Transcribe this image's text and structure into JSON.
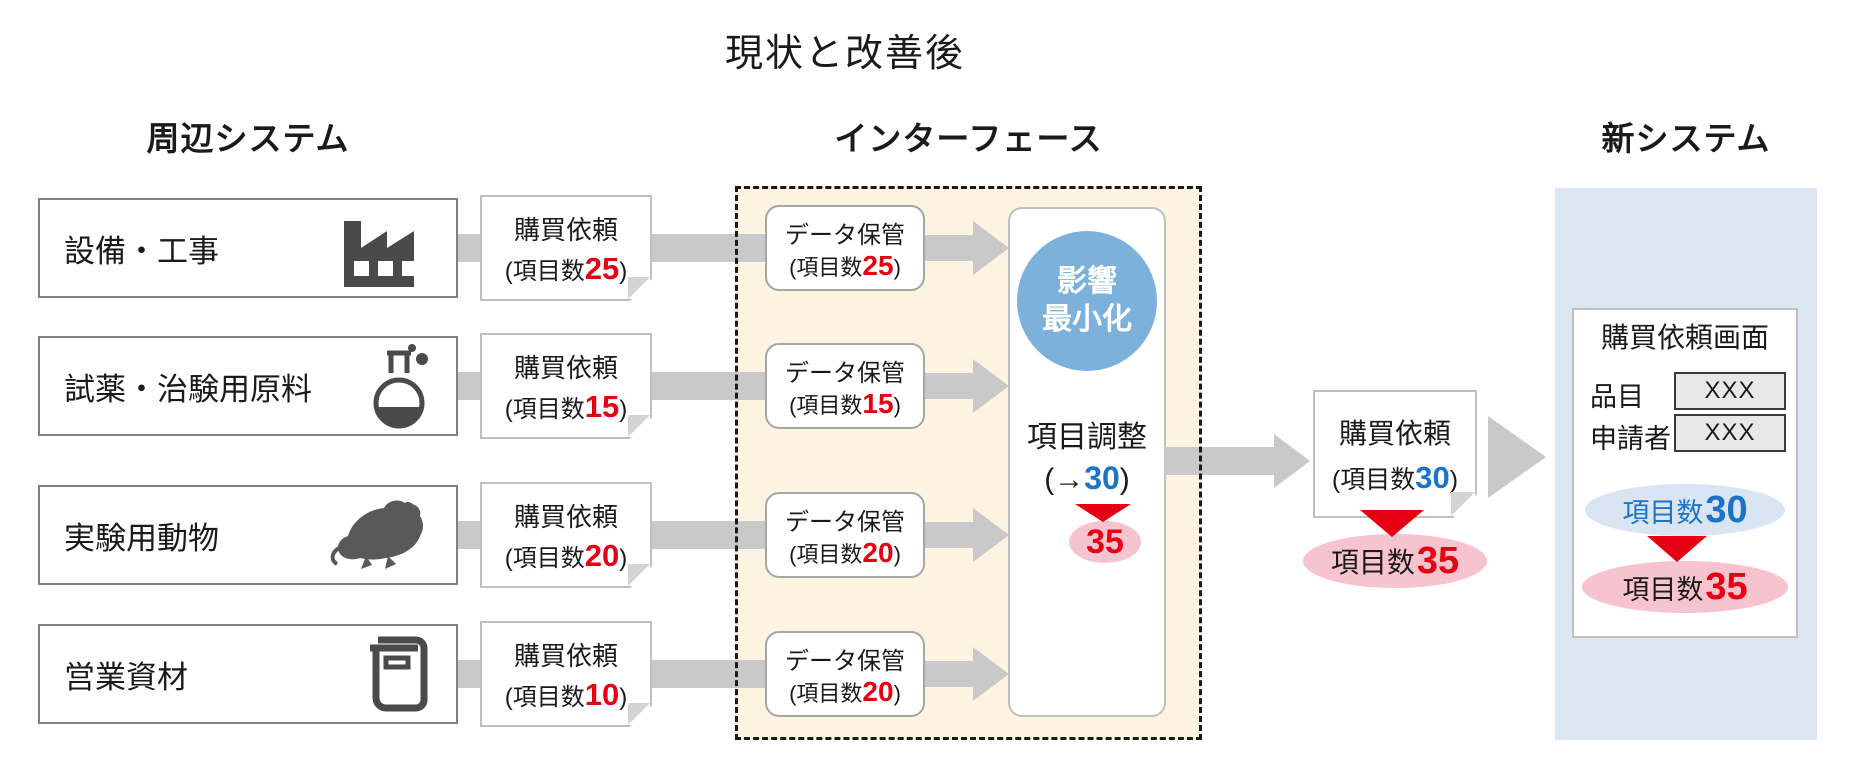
{
  "title": "現状と改善後",
  "columns": {
    "left_header": "周辺システム",
    "middle_header": "インターフェース",
    "right_header": "新システム"
  },
  "labels": {
    "purchase_request": "購買依頼",
    "data_storage": "データ保管",
    "count_prefix": "(項目数",
    "count_suffix": ")",
    "count_label": "項目数"
  },
  "rows": [
    {
      "label": "設備・工事",
      "icon": "factory-icon",
      "request_count": "25",
      "storage_count": "25"
    },
    {
      "label": "試薬・治験用原料",
      "icon": "flask-icon",
      "request_count": "15",
      "storage_count": "15"
    },
    {
      "label": "実験用動物",
      "icon": "mouse-icon",
      "request_count": "20",
      "storage_count": "20"
    },
    {
      "label": "営業資材",
      "icon": "book-icon",
      "request_count": "10",
      "storage_count": "20"
    }
  ],
  "interface_box": {
    "impact_circle_line1": "影響",
    "impact_circle_line2": "最小化",
    "adjust_label": "項目調整",
    "adjust_prefix": "(→",
    "adjust_value": "30",
    "adjust_suffix": ")",
    "adjust_after_value": "35"
  },
  "output_note": {
    "title": "購買依頼",
    "count_value": "30",
    "after_label": "項目数",
    "after_value": "35"
  },
  "new_system": {
    "screen_title": "購買依頼画面",
    "fields": [
      {
        "label": "品目",
        "value": "XXX"
      },
      {
        "label": "申請者",
        "value": "XXX"
      }
    ],
    "before_label": "項目数",
    "before_value": "30",
    "after_label": "項目数",
    "after_value": "35"
  },
  "colors": {
    "red": "#e50012",
    "blue": "#1b74c8",
    "circle_blue": "#7cb1dc",
    "pink": "#f6c3ce",
    "pale_blue": "#d9e5f3",
    "beige": "#fcf3e1",
    "panel_blue": "#dce6f2",
    "connector_gray": "#c9c9c9"
  }
}
